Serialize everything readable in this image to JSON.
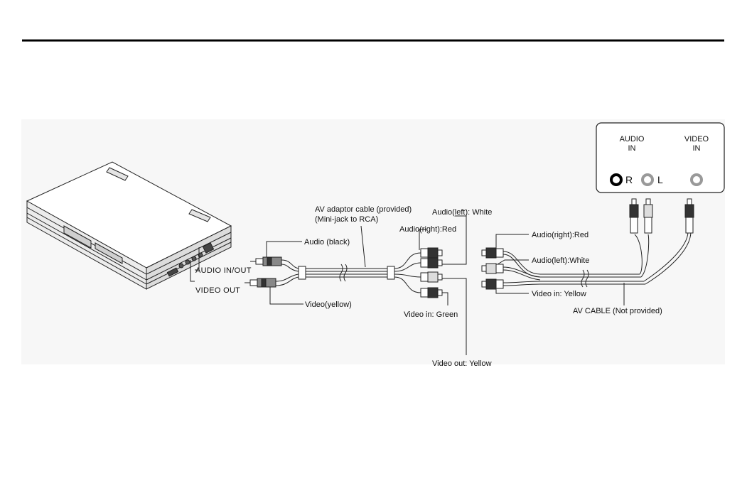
{
  "diagram": {
    "device_labels": {
      "audio_in_out": "AUDIO IN/OUT",
      "video_out": "VIDEO OUT"
    },
    "cable_labels": {
      "av_adaptor_line1": "AV adaptor cable (provided)",
      "av_adaptor_line2": "(Mini-jack to RCA)",
      "audio_black": "Audio (black)",
      "video_yellow": "Video(yellow)",
      "audio_left_white": "Audio(left): White",
      "audio_right_red": "Audio(right):Red",
      "video_in_green": "Video in: Green",
      "video_out_yellow": "Video out: Yellow"
    },
    "av_cable_labels": {
      "audio_right_red": "Audio(right):Red",
      "audio_left_white": "Audio(left):White",
      "video_in_yellow": "Video in: Yellow",
      "av_cable_not_provided": "AV CABLE (Not provided)"
    },
    "tv_panel": {
      "audio_in_line1": "AUDIO",
      "audio_in_line2": "IN",
      "video_in_line1": "VIDEO",
      "video_in_line2": "IN",
      "jack_r": "R",
      "jack_l": "L"
    },
    "colors": {
      "line": "#222222",
      "page_background": "#ffffff",
      "diagram_background": "#f7f7f7"
    },
    "icons": [
      "laptop-dvd-player-icon",
      "mini-jack-plug-icon",
      "rca-plug-icon",
      "rca-jack-icon"
    ]
  }
}
